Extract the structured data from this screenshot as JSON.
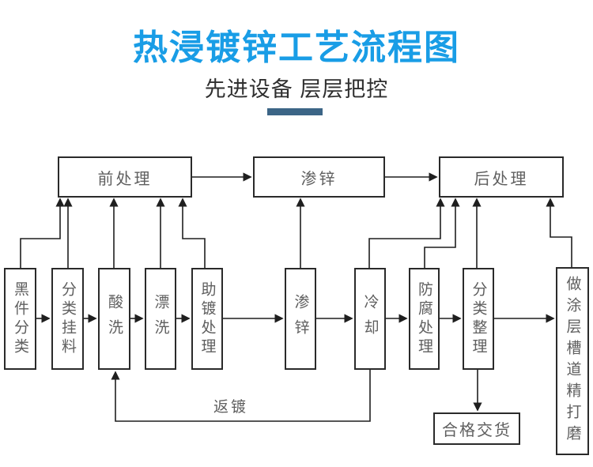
{
  "header": {
    "title": "热浸镀锌工艺流程图",
    "subtitle": "先进设备 层层把控",
    "title_color": "#199de6",
    "accent_bar_color": "#3c6586"
  },
  "flowchart": {
    "line_color": "#1f1f1f",
    "top_boxes": [
      {
        "label": "前处理"
      },
      {
        "label": "渗锌"
      },
      {
        "label": "后处理"
      }
    ],
    "process_boxes": [
      {
        "label": "黑件分类"
      },
      {
        "label": "分类挂料"
      },
      {
        "label": "酸洗"
      },
      {
        "label": "漂洗"
      },
      {
        "label": "助镀处理"
      },
      {
        "label": "渗锌"
      },
      {
        "label": "冷却"
      },
      {
        "label": "防腐处理"
      },
      {
        "label": "分类整理"
      },
      {
        "label": "做涂层槽道精打磨"
      }
    ],
    "delivery_box": {
      "label": "合格交货"
    },
    "return_path_label": "返镀"
  }
}
